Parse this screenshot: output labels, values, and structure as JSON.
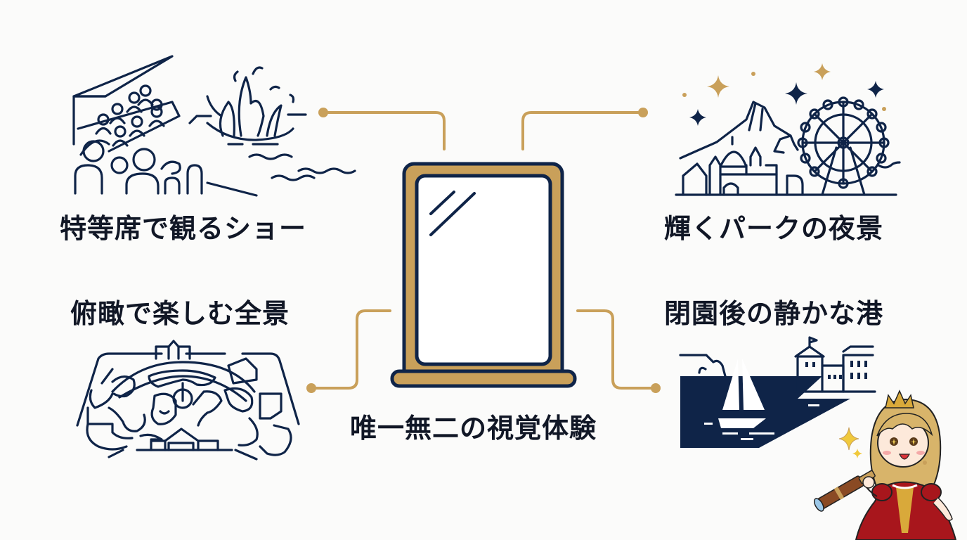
{
  "colors": {
    "navy": "#0f2448",
    "gold": "#c9a05a",
    "text": "#111726",
    "background": "#fbfbfa",
    "dress_red": "#a8161c"
  },
  "center": {
    "icon": "mirror-frame-icon",
    "caption": "唯一無二の視覚体験"
  },
  "items": [
    {
      "position": "top-left",
      "label": "特等席で観るショー",
      "icon": "show-audience-fountain-icon"
    },
    {
      "position": "top-right",
      "label": "輝くパークの夜景",
      "icon": "night-park-skyline-icon"
    },
    {
      "position": "bottom-left",
      "label": "俯瞰で楽しむ全景",
      "icon": "park-aerial-map-icon"
    },
    {
      "position": "bottom-right",
      "label": "閉園後の静かな港",
      "icon": "quiet-harbor-icon"
    }
  ],
  "mascot": {
    "icon": "princess-with-telescope-icon"
  }
}
